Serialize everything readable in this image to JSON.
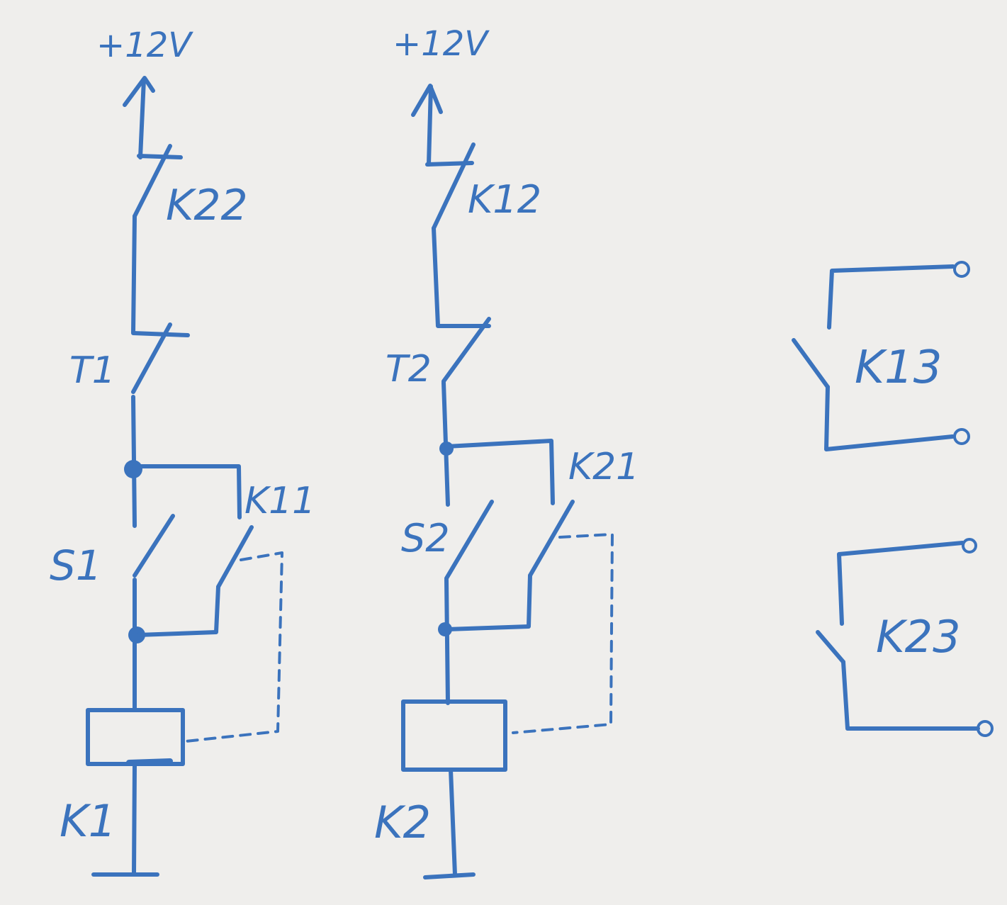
{
  "colors": {
    "ink": "#3b73bd",
    "paper": "#efeeec"
  },
  "circuit_left": {
    "supply_label": "+12V",
    "interlock_contact_label": "K22",
    "stop_button_label": "T1",
    "start_button_label": "S1",
    "holding_contact_label": "K11",
    "coil_label": "K1"
  },
  "circuit_middle": {
    "supply_label": "+12V",
    "interlock_contact_label": "K12",
    "stop_button_label": "T2",
    "start_button_label": "S2",
    "holding_contact_label": "K21",
    "coil_label": "K2"
  },
  "output_contacts": [
    {
      "label": "K13"
    },
    {
      "label": "K23"
    }
  ]
}
